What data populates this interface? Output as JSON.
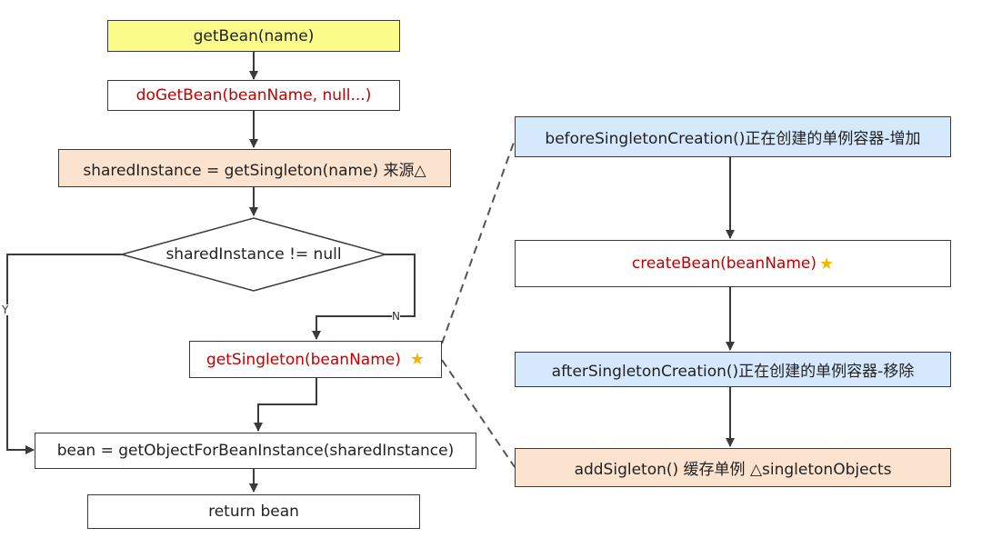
{
  "nodes": {
    "get_bean": "getBean(name)",
    "do_get_bean": "doGetBean(beanName, null...)",
    "shared_instance": "sharedInstance = getSingleton(name) 来源△",
    "condition": "sharedInstance != null",
    "get_singleton": "getSingleton(beanName)",
    "get_object": "bean = getObjectForBeanInstance(sharedInstance)",
    "return_bean": "return bean",
    "before_creation": "beforeSingletonCreation()正在创建的单例容器-增加",
    "create_bean": "createBean(beanName)",
    "after_creation": "afterSingletonCreation()正在创建的单例容器-移除",
    "add_singleton": "addSigleton() 缓存单例 △singletonObjects"
  },
  "labels": {
    "yes": "Y",
    "no": "N"
  },
  "icons": {
    "star": "star-icon"
  },
  "colors": {
    "yellow": "#fbfb8a",
    "peach": "#fbe3cf",
    "blue": "#d6e8fb",
    "red_text": "#c00000",
    "line": "#3a3a3a"
  }
}
